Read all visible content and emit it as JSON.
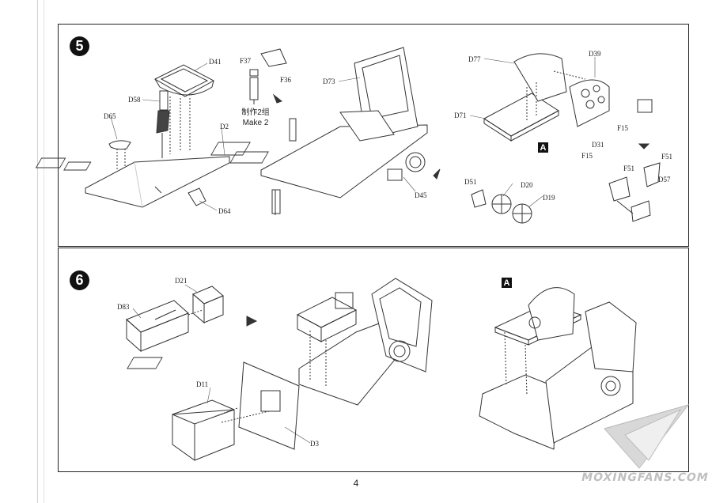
{
  "steps": [
    {
      "number": "5",
      "labels": {
        "D41": "D41",
        "D58": "D58",
        "D65": "D65",
        "D2": "D2",
        "D64": "D64",
        "F37": "F37",
        "F36": "F36",
        "D73": "D73",
        "D45": "D45",
        "D77": "D77",
        "D39": "D39",
        "D71": "D71",
        "F15a": "F15",
        "F15b": "F15",
        "D31": "D31",
        "F51a": "F51",
        "F51b": "F51",
        "D57": "D57",
        "D51": "D51",
        "D20": "D20",
        "D19": "D19"
      },
      "note_cn": "制作2组",
      "note_en": "Make 2",
      "subassembly": "A"
    },
    {
      "number": "6",
      "labels": {
        "D21": "D21",
        "D83": "D83",
        "D11": "D11",
        "D3": "D3"
      },
      "subassembly": "A"
    }
  ],
  "page_number": "4",
  "watermark": "MOXINGFANS.COM"
}
